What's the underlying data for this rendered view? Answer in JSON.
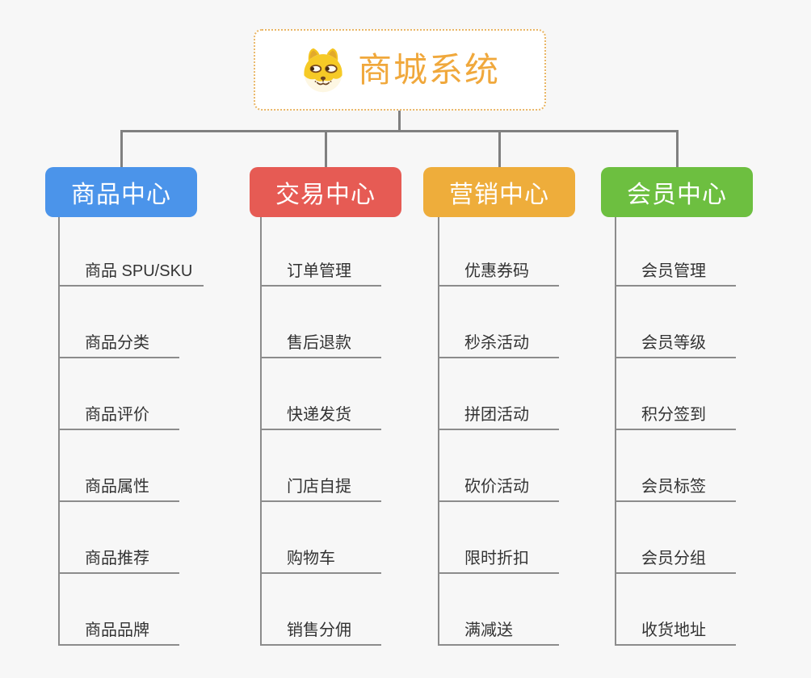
{
  "canvas": {
    "background": "#f7f7f7"
  },
  "colors": {
    "connector": "#808080",
    "leaf_line": "#8c8c8c",
    "leaf_text": "#333333"
  },
  "root": {
    "title": "商城系统",
    "icon": "doge-icon",
    "text_color": "#f0a83c",
    "border_color": "#e9b666",
    "background": "#ffffff"
  },
  "branches": [
    {
      "label": "商品中心",
      "color": "#4b94ea",
      "children": [
        "商品 SPU/SKU",
        "商品分类",
        "商品评价",
        "商品属性",
        "商品推荐",
        "商品品牌"
      ]
    },
    {
      "label": "交易中心",
      "color": "#e65b54",
      "children": [
        "订单管理",
        "售后退款",
        "快递发货",
        "门店自提",
        "购物车",
        "销售分佣"
      ]
    },
    {
      "label": "营销中心",
      "color": "#eead3b",
      "children": [
        "优惠券码",
        "秒杀活动",
        "拼团活动",
        "砍价活动",
        "限时折扣",
        "满减送"
      ]
    },
    {
      "label": "会员中心",
      "color": "#6dbf40",
      "children": [
        "会员管理",
        "会员等级",
        "积分签到",
        "会员标签",
        "会员分组",
        "收货地址"
      ]
    }
  ]
}
